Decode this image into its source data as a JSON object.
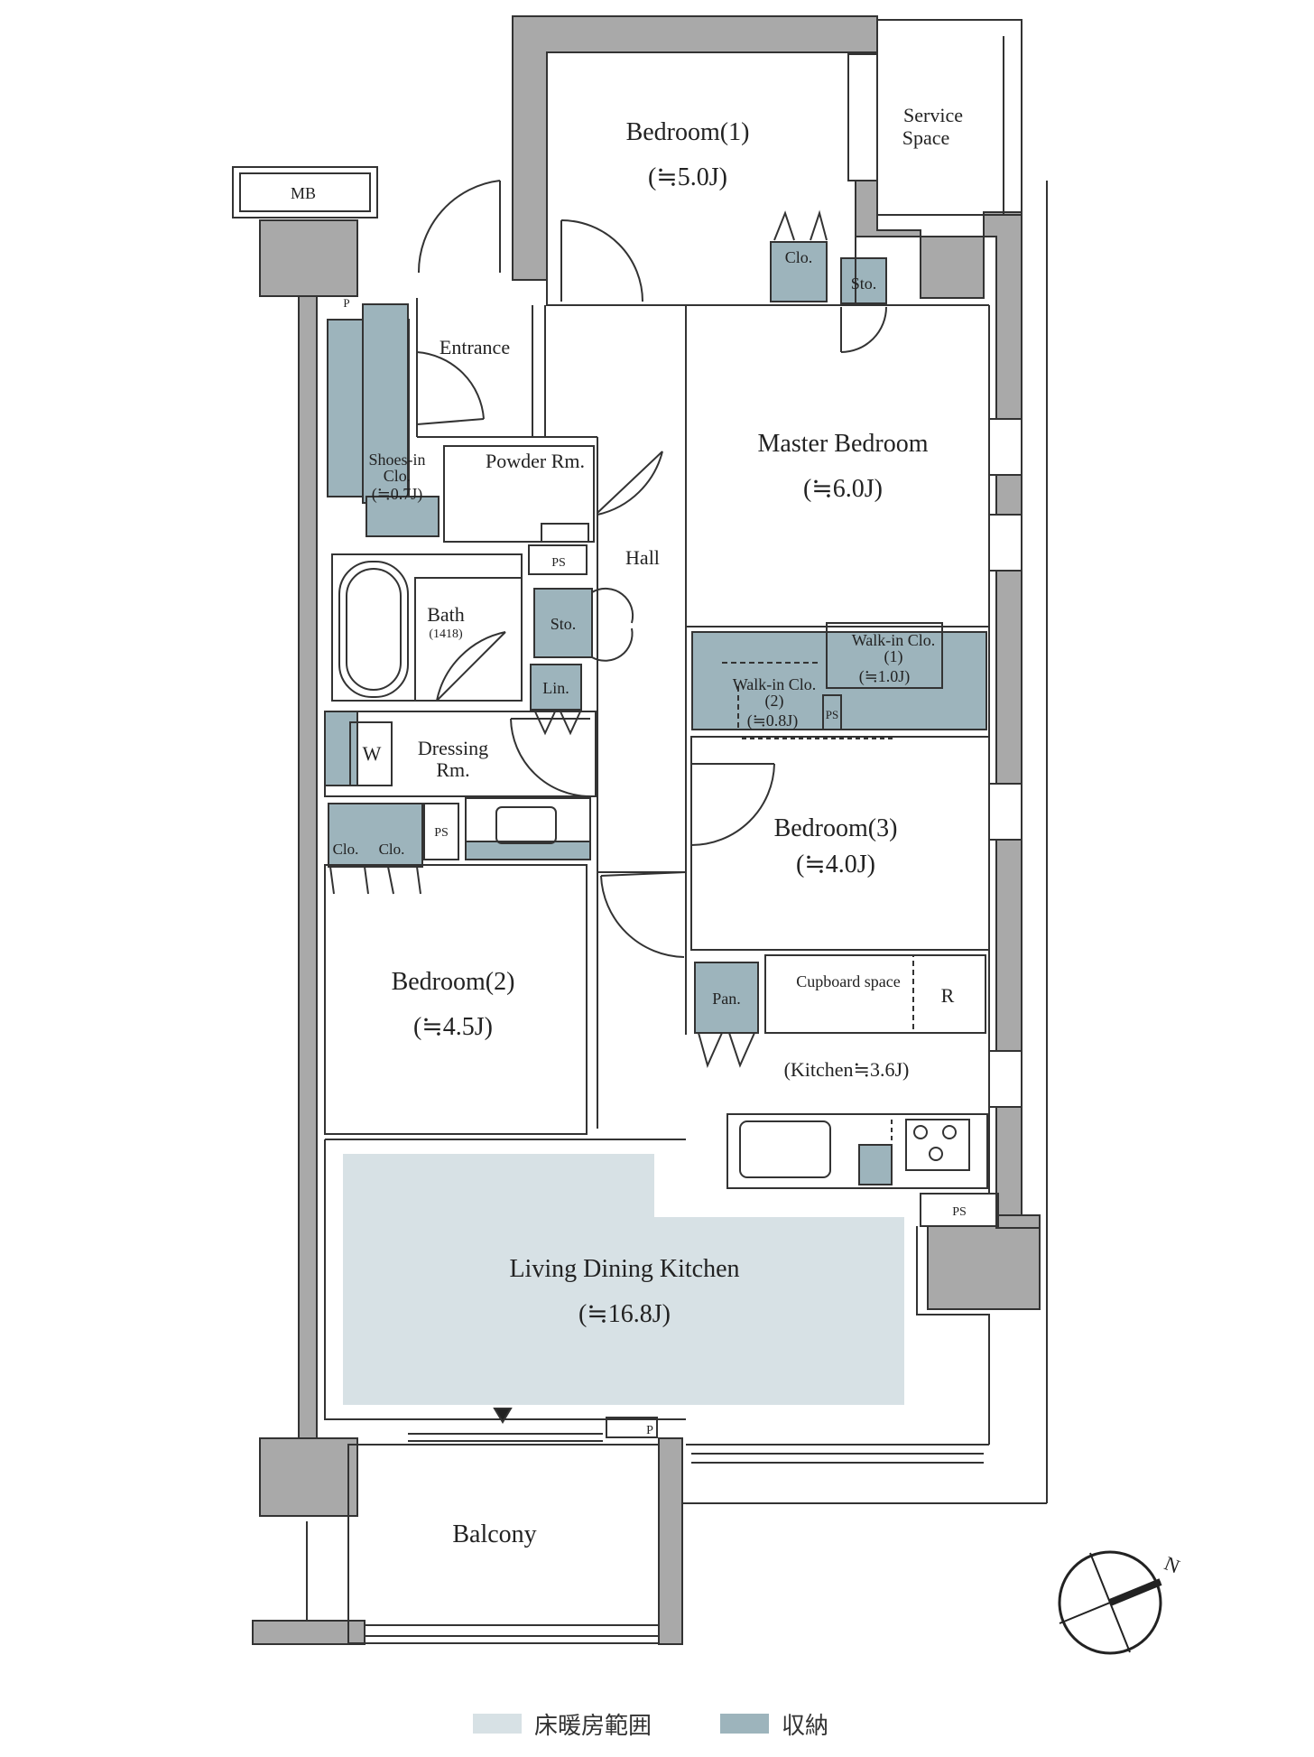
{
  "rooms": {
    "bedroom1": {
      "name": "Bedroom(1)",
      "area": "(≒5.0J)"
    },
    "service_space": {
      "name_line1": "Service",
      "name_line2": "Space"
    },
    "mb": "MB",
    "entrance": "Entrance",
    "powder_room": "Powder Rm.",
    "master_bedroom": {
      "name": "Master Bedroom",
      "area": "(≒6.0J)"
    },
    "shoes_in_closet": {
      "line1": "Shoes-in",
      "line2": "Clo.",
      "area": "(≒0.7J)"
    },
    "hall": "Hall",
    "bath": {
      "name": "Bath",
      "size": "(1418)"
    },
    "dressing_room": {
      "line1": "Dressing",
      "line2": "Rm."
    },
    "walk_in_closet_1": {
      "line1": "Walk-in Clo.",
      "line2": "(1)",
      "area": "(≒1.0J)"
    },
    "walk_in_closet_2": {
      "line1": "Walk-in Clo.",
      "line2": "(2)",
      "area": "(≒0.8J)"
    },
    "bedroom3": {
      "name": "Bedroom(3)",
      "area": "(≒4.0J)"
    },
    "bedroom2": {
      "name": "Bedroom(2)",
      "area": "(≒4.5J)"
    },
    "cupboard_space": "Cupboard space",
    "refrigerator": "R",
    "pantry": "Pan.",
    "kitchen": "(Kitchen≒3.6J)",
    "ldk": {
      "name": "Living Dining Kitchen",
      "area": "(≒16.8J)"
    },
    "balcony": "Balcony"
  },
  "fixtures": {
    "closet": "Clo.",
    "storage": "Sto.",
    "linen": "Lin.",
    "pipe_space": "PS",
    "pipe": "P",
    "washer": "W"
  },
  "compass": {
    "north": "N"
  },
  "legend": {
    "floor_heating": "床暖房範囲",
    "storage": "収納"
  },
  "colors": {
    "wall": "#a9a9a9",
    "storage_fill": "#9db4bc",
    "floor_heating_fill": "#d7e1e5",
    "line": "#333333"
  }
}
